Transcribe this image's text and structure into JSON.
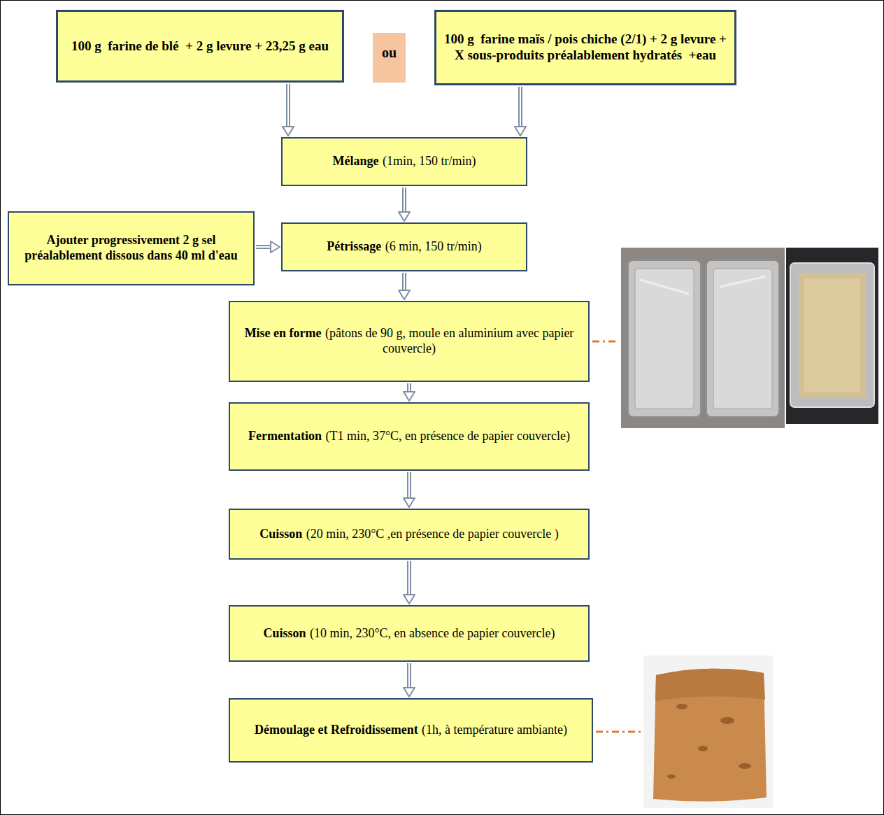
{
  "diagram": {
    "nodes": [
      {
        "text": [
          "100 g  farine de blé  + 2 g levure + 23,25 g eau"
        ]
      },
      {
        "text": [
          "ou"
        ]
      },
      {
        "text": [
          "100 g  farine maïs / pois chiche (2/1) + 2 g levure + X sous-produits préalablement hydratés  +eau"
        ]
      },
      {
        "text": [
          "Mélange",
          "(1min, 150 tr/min)"
        ]
      },
      {
        "text": [
          "Ajouter progressivement 2 g sel préalablement dissous dans 40 ml d'eau"
        ]
      },
      {
        "text": [
          "Pétrissage",
          "(6 min, 150 tr/min)"
        ]
      },
      {
        "text": [
          "Mise en forme",
          "(pâtons de 90 g, moule en aluminium avec papier couvercle)"
        ]
      },
      {
        "text": [
          "Fermentation",
          "(T1 min, 37°C, en présence de papier couvercle)"
        ]
      },
      {
        "text": [
          "Cuisson",
          "(20 min, 230°C ,en présence de papier couvercle )"
        ]
      },
      {
        "text": [
          "Cuisson",
          "(10 min, 230°C, en absence de papier couvercle)"
        ]
      },
      {
        "text": [
          "Démoulage et Refroidissement",
          "(1h, à température ambiante)"
        ]
      }
    ],
    "edges": [
      {
        "from": 0,
        "to": 3,
        "arrow": "to"
      },
      {
        "from": 2,
        "to": 3,
        "arrow": "to"
      },
      {
        "from": 3,
        "to": 5,
        "arrow": "to"
      },
      {
        "from": 4,
        "to": 5,
        "arrow": "to"
      },
      {
        "from": 5,
        "to": 6,
        "arrow": "to"
      },
      {
        "from": 6,
        "to": 7,
        "arrow": "to"
      },
      {
        "from": 7,
        "to": 8,
        "arrow": "to"
      },
      {
        "from": 8,
        "to": 9,
        "arrow": "to"
      },
      {
        "from": 9,
        "to": 10,
        "arrow": "to"
      }
    ]
  }
}
